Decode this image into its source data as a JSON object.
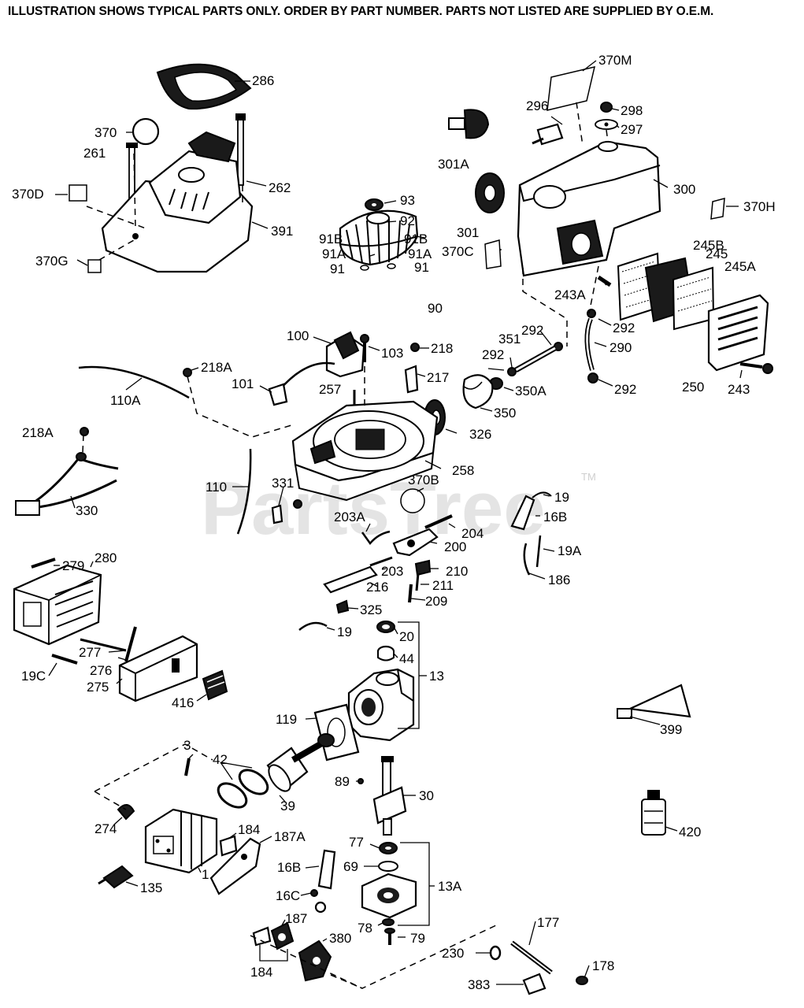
{
  "header_note": "ILLUSTRATION SHOWS TYPICAL PARTS ONLY.  ORDER BY PART NUMBER.  PARTS NOT LISTED ARE SUPPLIED BY O.E.M.",
  "watermark": {
    "text": "PartsTree",
    "trademark": "TM"
  },
  "part_labels": [
    "286",
    "370",
    "261",
    "262",
    "370D",
    "391",
    "370G",
    "370M",
    "296",
    "298",
    "297",
    "301A",
    "300",
    "370H",
    "301",
    "370C",
    "93",
    "92",
    "91B",
    "91B",
    "91A",
    "91A",
    "91",
    "91",
    "90",
    "245B",
    "245",
    "245A",
    "243A",
    "292",
    "290",
    "292",
    "250",
    "243",
    "100",
    "103",
    "218",
    "217",
    "110A",
    "218A",
    "101",
    "257",
    "351",
    "292",
    "292",
    "350A",
    "350",
    "326",
    "258",
    "218A",
    "330",
    "110",
    "331",
    "370B",
    "203A",
    "204",
    "200",
    "19",
    "16B",
    "19A",
    "186",
    "279",
    "280",
    "203",
    "210",
    "216",
    "211",
    "209",
    "325",
    "19",
    "20",
    "44",
    "13",
    "277",
    "276",
    "19C",
    "275",
    "416",
    "119",
    "399",
    "3",
    "42",
    "89",
    "30",
    "39",
    "274",
    "420",
    "184",
    "187A",
    "77",
    "1",
    "16B",
    "69",
    "13A",
    "135",
    "16C",
    "187",
    "78",
    "177",
    "380",
    "79",
    "184",
    "230",
    "178",
    "383"
  ]
}
